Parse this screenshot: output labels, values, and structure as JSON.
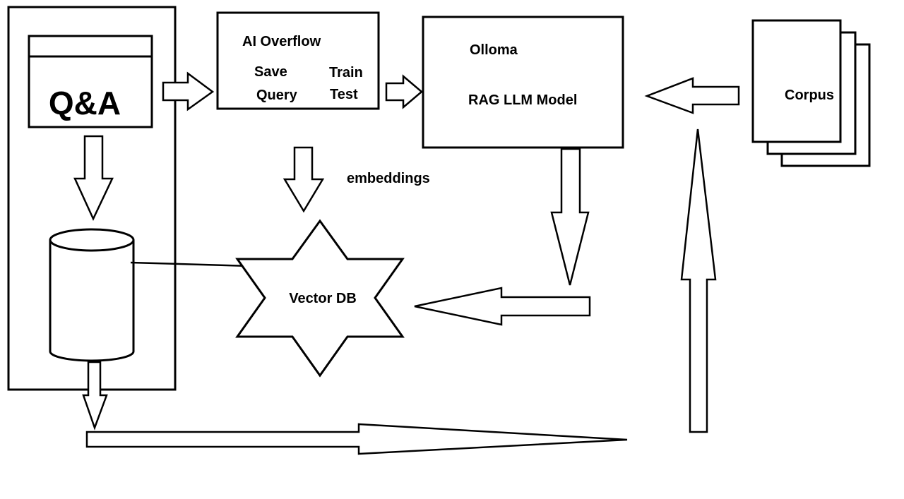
{
  "labels": {
    "qa": "Q&A",
    "ai_overflow": "AI Overflow",
    "save": "Save",
    "query": "Query",
    "train": "Train",
    "test": "Test",
    "olloma": "Olloma",
    "rag_model": "RAG LLM Model",
    "corpus": "Corpus",
    "embeddings": "embeddings",
    "vector_db": "Vector DB"
  },
  "colors": {
    "stroke": "#000000",
    "fill": "#ffffff"
  }
}
